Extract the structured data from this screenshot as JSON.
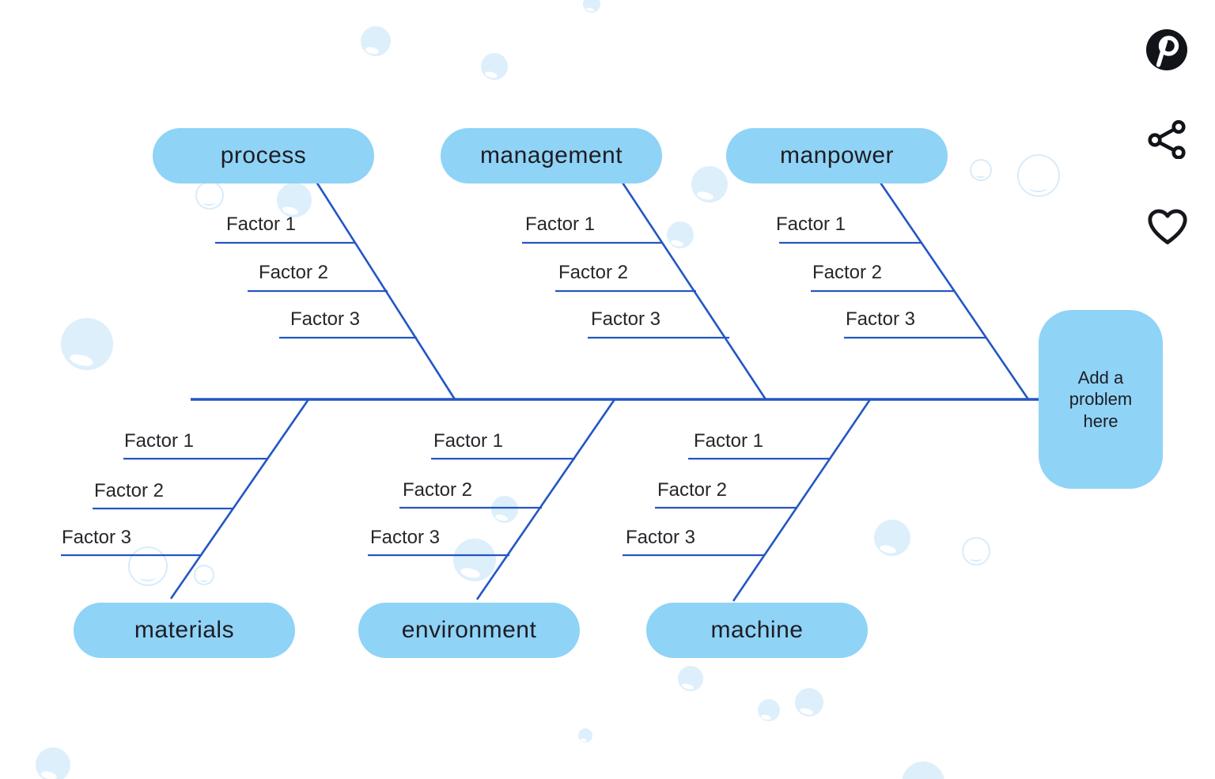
{
  "diagram": {
    "title_hint": "fishbone-cause-effect-template",
    "problem_box": {
      "label": "Add a problem here"
    },
    "sections": [
      {
        "id": "process",
        "label": "process",
        "position": "top",
        "factors": [
          "Factor 1",
          "Factor 2",
          "Factor 3"
        ]
      },
      {
        "id": "management",
        "label": "management",
        "position": "top",
        "factors": [
          "Factor 1",
          "Factor 2",
          "Factor 3"
        ]
      },
      {
        "id": "manpower",
        "label": "manpower",
        "position": "top",
        "factors": [
          "Factor 1",
          "Factor 2",
          "Factor 3"
        ]
      },
      {
        "id": "materials",
        "label": "materials",
        "position": "bottom",
        "factors": [
          "Factor 1",
          "Factor 2",
          "Factor 3"
        ]
      },
      {
        "id": "environment",
        "label": "environment",
        "position": "bottom",
        "factors": [
          "Factor 1",
          "Factor 2",
          "Factor 3"
        ]
      },
      {
        "id": "machine",
        "label": "machine",
        "position": "bottom",
        "factors": [
          "Factor 1",
          "Factor 2",
          "Factor 3"
        ]
      }
    ]
  },
  "side_toolbar": {
    "icons": [
      "pinterest-icon",
      "share-icon",
      "heart-icon"
    ]
  },
  "colors": {
    "pill_fill": "#8fd3f7",
    "bone_line": "#2456c4",
    "label_text": "#1d1d22",
    "decor_bubble_fill": "#ddeffb",
    "decor_bubble_outline": "#d8ecfa",
    "icon_black": "#111418"
  }
}
